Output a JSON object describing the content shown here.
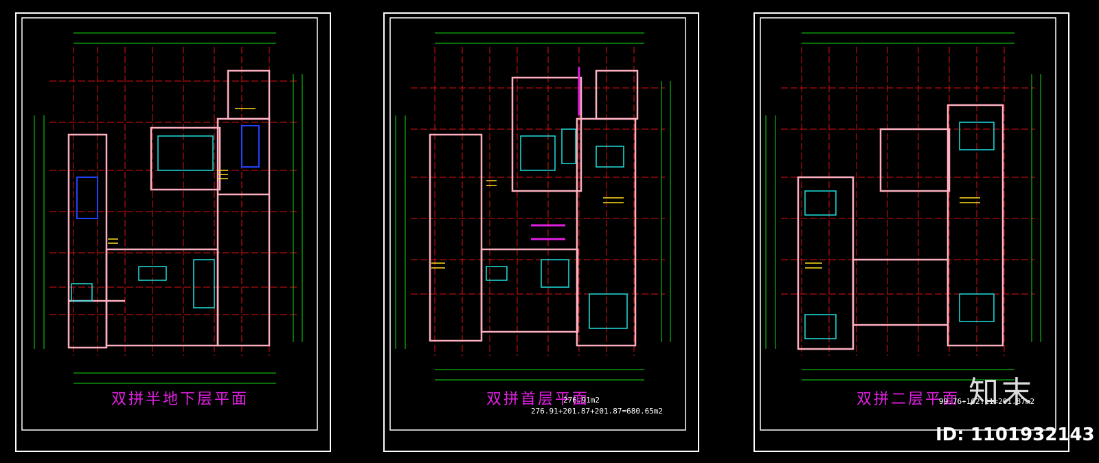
{
  "sheets": [
    {
      "title": "双拼半地下层平面",
      "area_line1": "",
      "area_line2": ""
    },
    {
      "title": "双拼首层平面",
      "area_line1": "276.91m2",
      "area_line2": "276.91+201.87+201.87=680.65m2"
    },
    {
      "title": "双拼二层平面",
      "area_line1": "99.76+102.11=201.87m2",
      "area_line2": ""
    }
  ],
  "watermark": {
    "logo": "知末",
    "id_text": "ID: 1101932143"
  },
  "colors": {
    "frame": "#ffffff",
    "axis": "#e01010",
    "dim": "#10e010",
    "wall": "#ffb0c0",
    "stair": "#ffe020",
    "glass": "#20e0e0",
    "title": "#e020e0",
    "void": "#e020e0"
  }
}
